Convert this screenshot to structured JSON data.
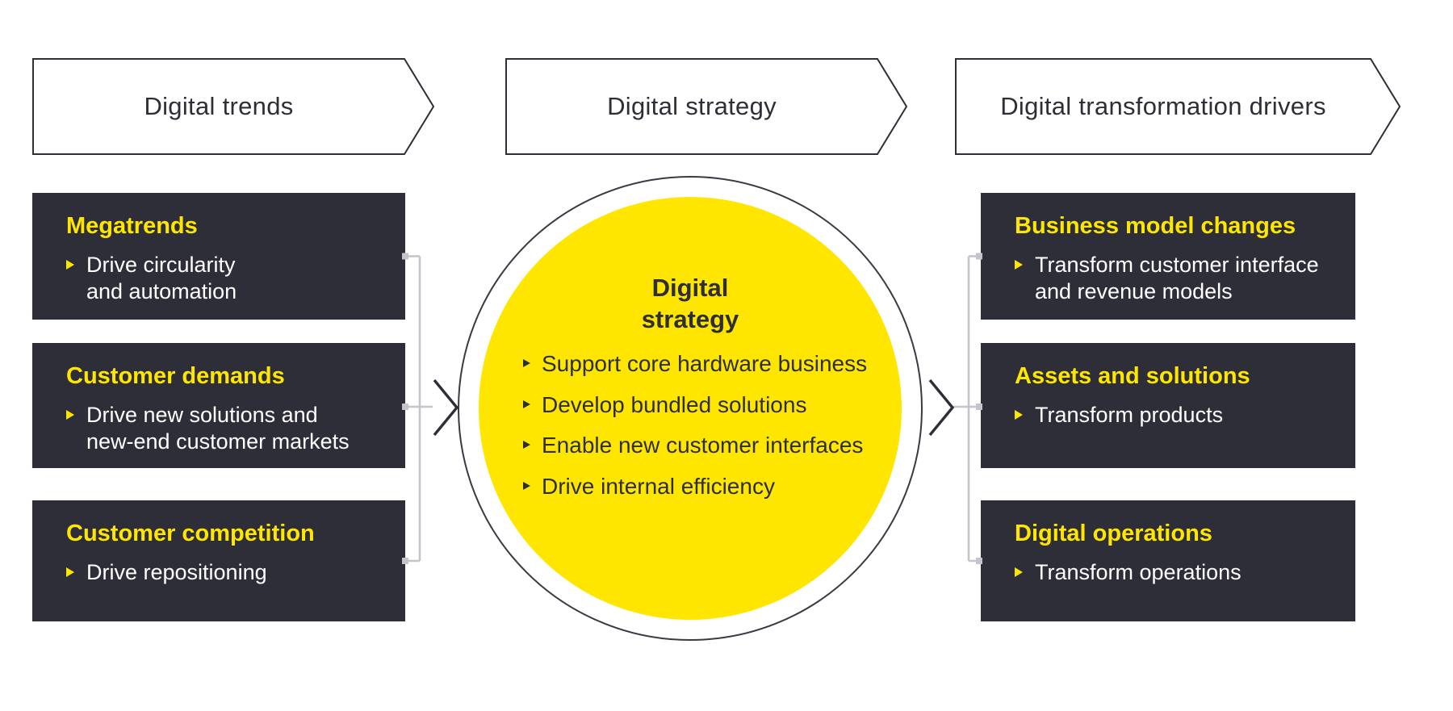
{
  "colors": {
    "dark": "#2e2e38",
    "yellow": "#ffe600",
    "white_text": "#ffffff",
    "connector": "#c4c4cd",
    "page_bg": "#ffffff"
  },
  "headers": {
    "trends": "Digital trends",
    "strategy": "Digital strategy",
    "drivers": "Digital transformation drivers"
  },
  "trend_boxes": [
    {
      "title": "Megatrends",
      "text": "Drive circularity\nand automation"
    },
    {
      "title": "Customer demands",
      "text": "Drive new solutions and\nnew-end customer markets"
    },
    {
      "title": "Customer competition",
      "text": "Drive repositioning"
    }
  ],
  "strategy_circle": {
    "title": "Digital\nstrategy",
    "bullets": [
      {
        "text": "Support core hardware business"
      },
      {
        "text": "Develop bundled solutions"
      },
      {
        "text": "Enable new customer interfaces"
      },
      {
        "text": "Drive internal efficiency"
      }
    ]
  },
  "driver_boxes": [
    {
      "title": "Business model changes",
      "text": "Transform customer interface\nand revenue models"
    },
    {
      "title": "Assets and solutions",
      "text": "Transform products"
    },
    {
      "title": "Digital operations",
      "text": "Transform operations"
    }
  ]
}
